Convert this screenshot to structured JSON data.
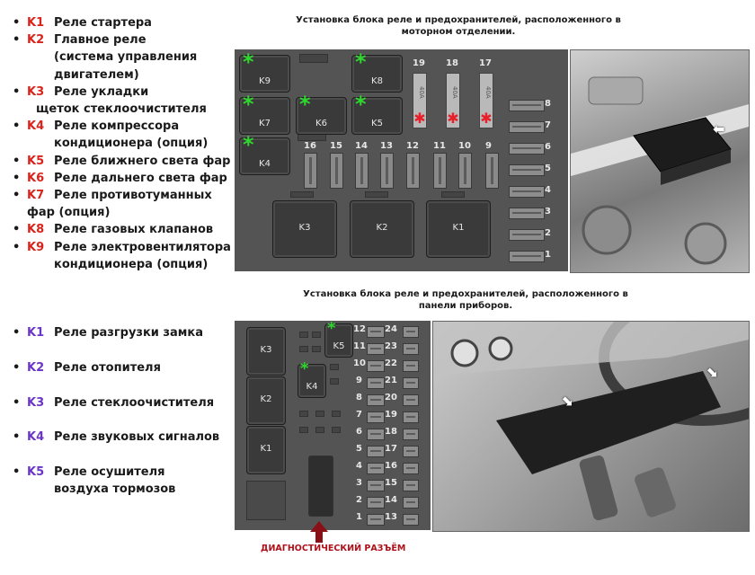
{
  "top_legend": [
    {
      "code": "K1",
      "line1": "Реле стартера",
      "line2": ""
    },
    {
      "code": "K2",
      "line1": "Главное реле",
      "line2": "(система управления"
    },
    {
      "code": "",
      "line1": "",
      "line2": "двигателем)"
    },
    {
      "code": "K3",
      "line1": "Реле укладки",
      "line2": "щеток стеклоочистителя"
    },
    {
      "code": "K4",
      "line1": "Реле компрессора",
      "line2": "кондиционера (опция)"
    },
    {
      "code": "K5",
      "line1": "Реле ближнего света фар",
      "line2": ""
    },
    {
      "code": "K6",
      "line1": "Реле дальнего света фар",
      "line2": ""
    },
    {
      "code": "K7",
      "line1": "Реле противотуманных",
      "line2": "фар (опция)"
    },
    {
      "code": "K8",
      "line1": "Реле газовых клапанов",
      "line2": ""
    },
    {
      "code": "K9",
      "line1": "Реле электровентилятора",
      "line2": "кондиционера (опция)"
    }
  ],
  "bottom_legend": [
    {
      "code": "K1",
      "line1": "Реле разгрузки замка",
      "line2": ""
    },
    {
      "code": "K2",
      "line1": "Реле отопителя",
      "line2": ""
    },
    {
      "code": "K3",
      "line1": "Реле стеклоочистителя",
      "line2": ""
    },
    {
      "code": "K4",
      "line1": "Реле звуковых сигналов",
      "line2": ""
    },
    {
      "code": "K5",
      "line1": "Реле осушителя",
      "line2": "воздуха тормозов"
    }
  ],
  "captions": {
    "engine": "Установка блока реле и предохранителей, расположенного в моторном отделении.",
    "dashboard": "Установка блока реле и предохранителей, расположенного в панели приборов."
  },
  "engine_block": {
    "relays_small": [
      "K9",
      "K8",
      "K7",
      "K6",
      "K5",
      "K4"
    ],
    "relays_big": [
      "K3",
      "K2",
      "K1"
    ],
    "big_fuses": [
      {
        "num": "19",
        "rating": "40A"
      },
      {
        "num": "18",
        "rating": "40A"
      },
      {
        "num": "17",
        "rating": "40A"
      }
    ],
    "fuses_row": [
      "16",
      "15",
      "14",
      "13",
      "12",
      "11",
      "10",
      "9"
    ],
    "fuses_col": [
      "8",
      "7",
      "6",
      "5",
      "4",
      "3",
      "2",
      "1"
    ]
  },
  "dashboard_block": {
    "relays_left": [
      "K3",
      "K2",
      "K1"
    ],
    "relays_mid": [
      "K5",
      "K4"
    ],
    "fuses_left": [
      "12",
      "11",
      "10",
      "9",
      "8",
      "7",
      "6",
      "5",
      "4",
      "3",
      "2",
      "1"
    ],
    "fuses_right": [
      "24",
      "23",
      "22",
      "21",
      "20",
      "19",
      "18",
      "17",
      "16",
      "15",
      "14",
      "13"
    ]
  },
  "diagnostic_label": "ДИАГНОСТИЧЕСКИЙ РАЗЪЁМ",
  "colors": {
    "top_codes": "#d9241b",
    "bottom_codes": "#6b35c8",
    "star_green": "#2ed82e",
    "star_red": "#e8202a",
    "diag_label": "#b0101a"
  }
}
